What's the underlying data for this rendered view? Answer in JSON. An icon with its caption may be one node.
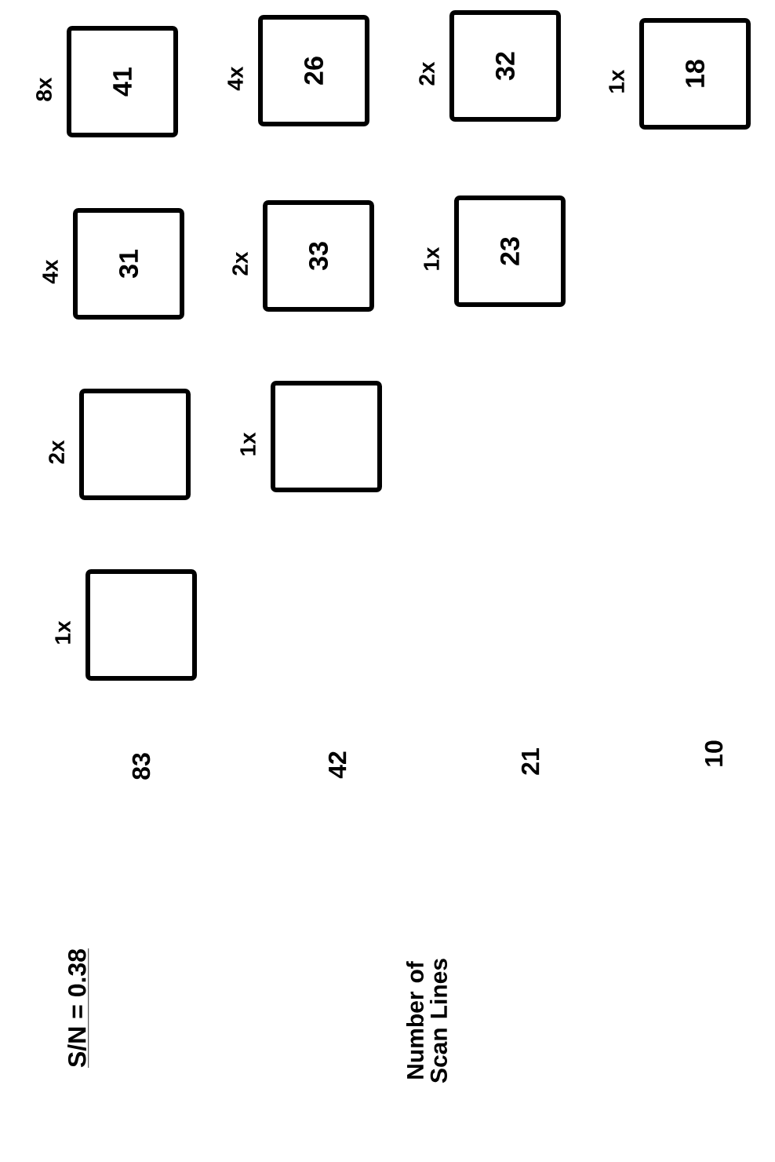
{
  "diagram": {
    "nodes": [
      {
        "text": [
          "41"
        ],
        "beside": [
          "8x"
        ]
      },
      {
        "text": [
          "26"
        ],
        "beside": [
          "4x"
        ]
      },
      {
        "text": [
          "32"
        ],
        "beside": [
          "2x"
        ]
      },
      {
        "text": [
          "18"
        ],
        "beside": [
          "1x"
        ]
      },
      {
        "text": [
          "31"
        ],
        "beside": [
          "4x"
        ]
      },
      {
        "text": [
          "33"
        ],
        "beside": [
          "2x"
        ]
      },
      {
        "text": [
          "23"
        ],
        "beside": [
          "1x"
        ]
      },
      {
        "text": [],
        "shape": "box",
        "beside": [
          "2x"
        ]
      },
      {
        "text": [],
        "shape": "box",
        "beside": [
          "1x"
        ]
      },
      {
        "text": [],
        "shape": "box",
        "beside": [
          "1x"
        ]
      }
    ],
    "edges": [],
    "labels": [
      "83",
      "42",
      "21",
      "10",
      "S/N = 0.38",
      "Number of Scan Lines"
    ]
  }
}
